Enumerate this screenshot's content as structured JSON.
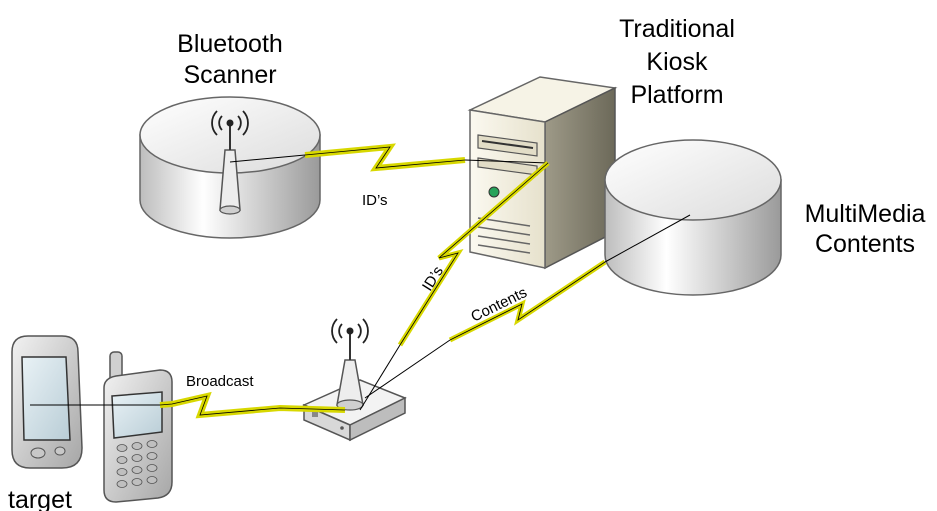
{
  "labels": {
    "scanner": [
      "Bluetooth",
      "Scanner"
    ],
    "kiosk": [
      "Traditional",
      "Kiosk",
      "Platform"
    ],
    "multimedia": [
      "MultiMedia",
      "Contents"
    ],
    "target": "target"
  },
  "links": {
    "scanner_to_kiosk": "ID’s",
    "ap_to_kiosk": "ID’s",
    "ap_to_contents": "Contents",
    "devices_to_ap": "Broadcast"
  }
}
